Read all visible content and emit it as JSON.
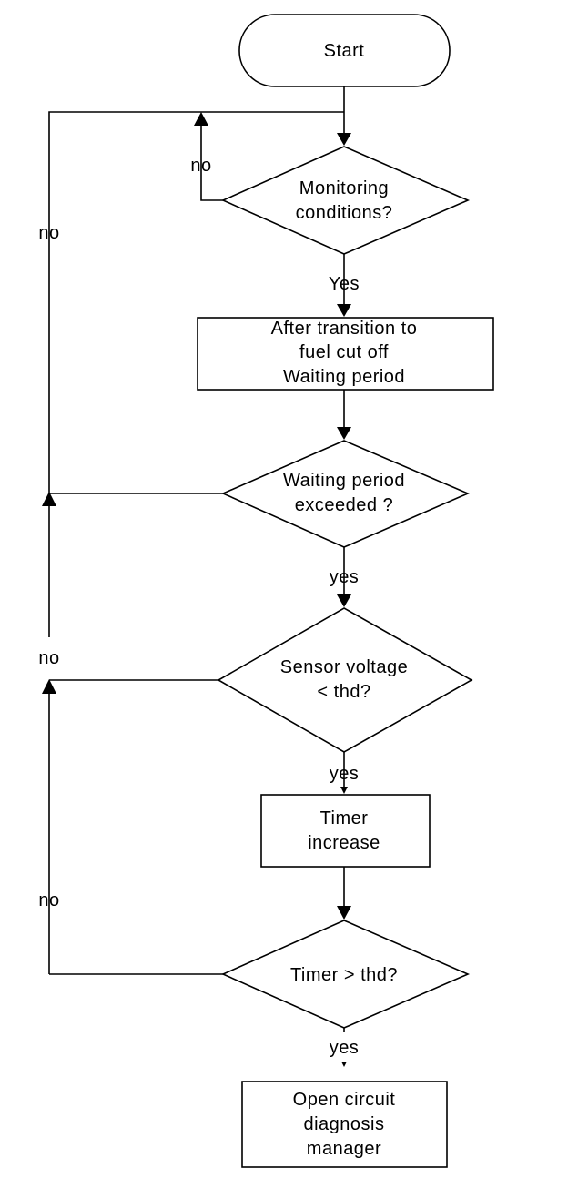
{
  "nodes": {
    "start": "Start",
    "monitoring": [
      "Monitoring",
      "conditions?"
    ],
    "waiting_box": [
      "After transition to",
      "fuel cut off",
      "Waiting period"
    ],
    "waiting_decision": [
      "Waiting period",
      "exceeded ?"
    ],
    "sensor_decision": [
      "Sensor voltage",
      "< thd?"
    ],
    "timer_box": [
      "Timer",
      "increase"
    ],
    "timer_decision": "Timer > thd?",
    "open_circuit_box": [
      "Open circuit",
      "diagnosis",
      "manager"
    ]
  },
  "edge_labels": {
    "monitoring_no": "no",
    "monitoring_yes": "Yes",
    "waiting_no": "no",
    "waiting_yes": "yes",
    "sensor_no": "no",
    "sensor_yes": "yes",
    "timer_no": "no",
    "timer_yes": "yes"
  }
}
